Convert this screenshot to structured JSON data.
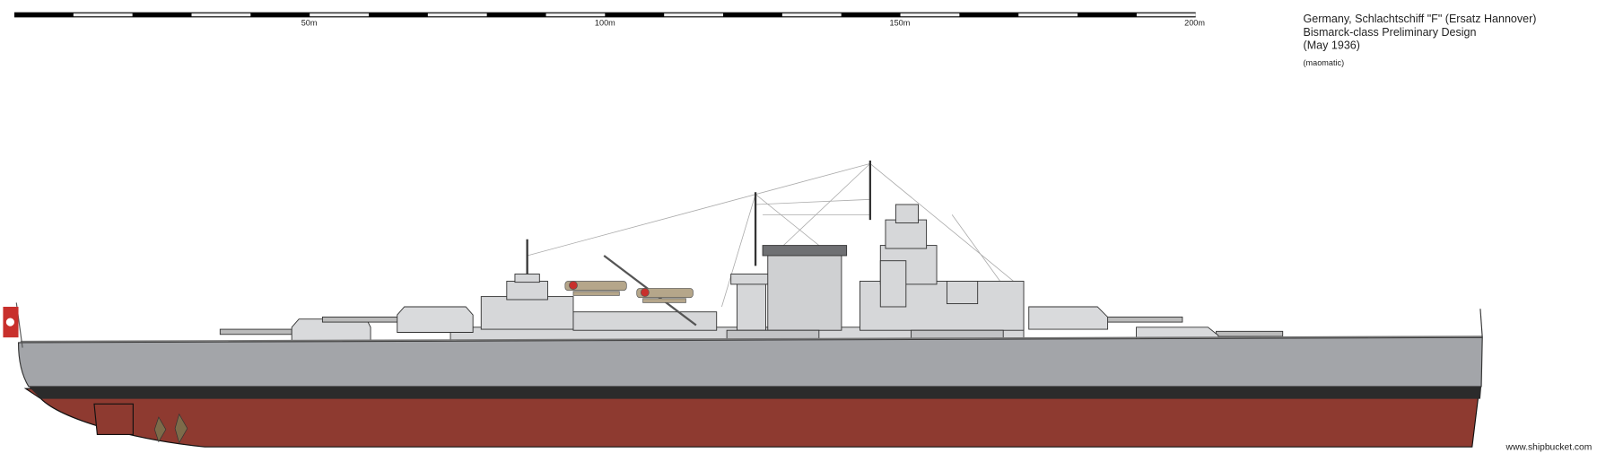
{
  "caption": {
    "line1": "Germany, Schlachtschiff \"F\" (Ersatz Hannover)",
    "line2": "Bismarck-class Preliminary Design",
    "line3": "(May 1936)",
    "credit": "(maomatic)"
  },
  "scale_bar": {
    "labels": [
      "50m",
      "100m",
      "150m",
      "200m"
    ],
    "total_m": 200,
    "segment_m": 10
  },
  "watermark": "www.shipbucket.com",
  "colors": {
    "hull_gray": "#a3a5a9",
    "superstructure": "#d6d7d9",
    "boot_top": "#2b2b2b",
    "antifouling": "#8e3a30",
    "flag_red": "#c8302c"
  }
}
